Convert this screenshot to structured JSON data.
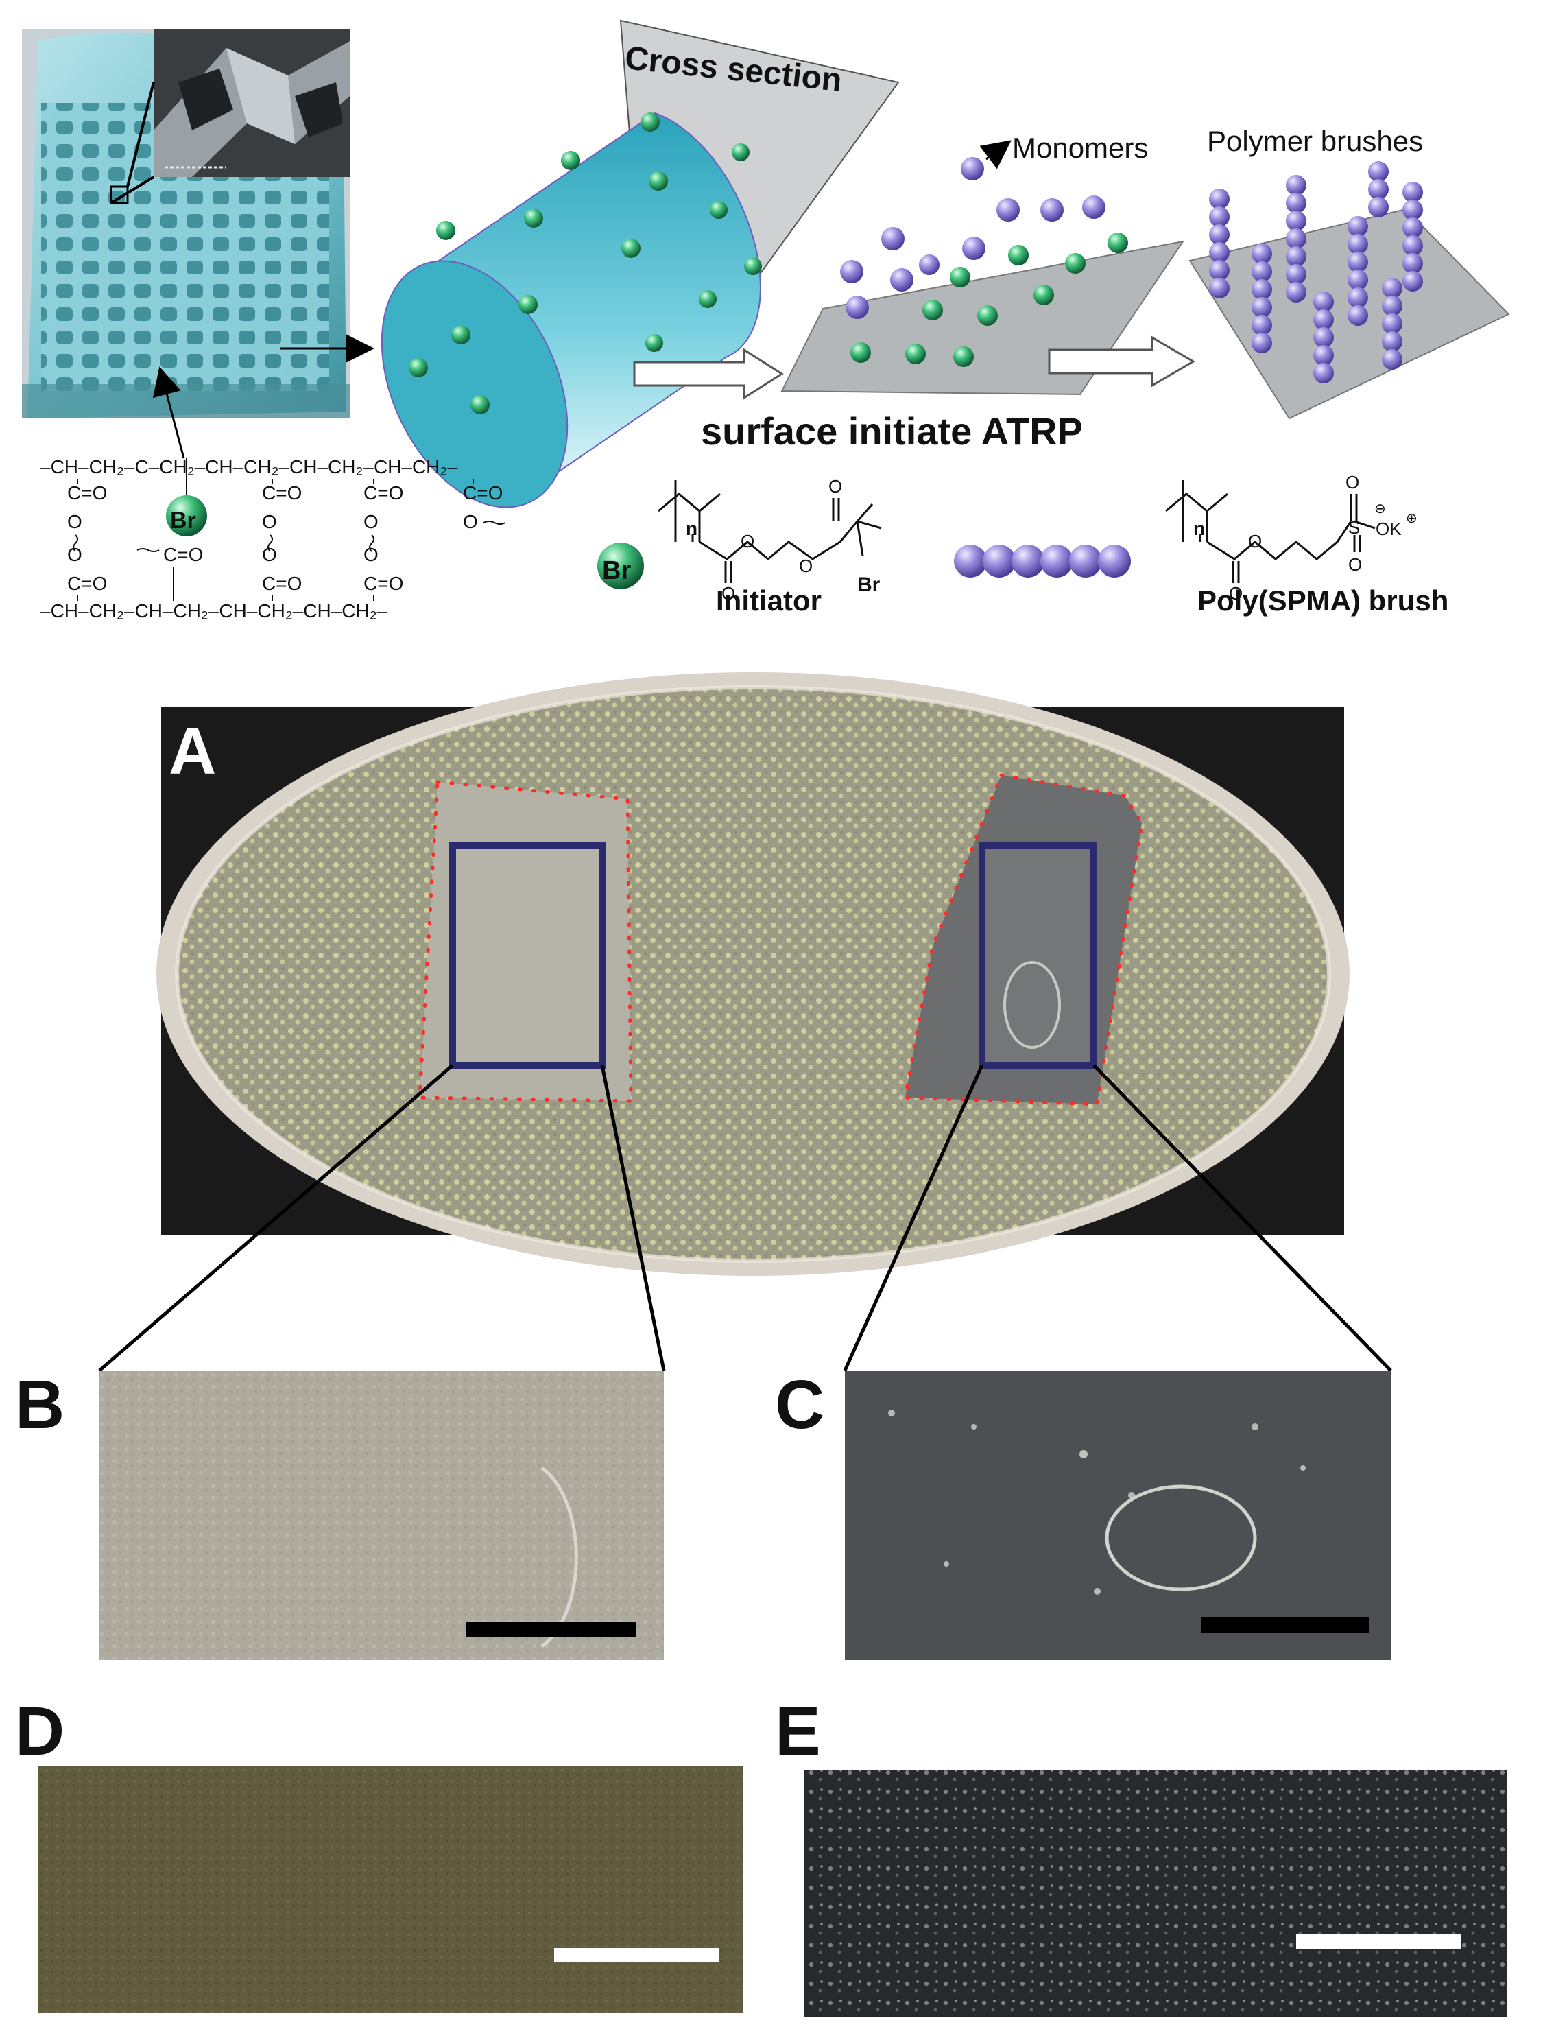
{
  "schematic": {
    "labels": {
      "cross_section": "Cross section",
      "monomers": "Monomers",
      "polymer_brushes": "Polymer brushes",
      "process": "surface initiate ATRP",
      "initiator": "Initiator",
      "brush_name": "Poly(SPMA) brush"
    },
    "atoms": {
      "br": "Br",
      "n": "n",
      "o": "O",
      "s": "S",
      "ok": "OK",
      "charge_minus": "⊖",
      "charge_plus": "⊕"
    },
    "chemistry": {
      "top_chain": "–CH–CH₂–C–CH₂–CH–CH₂–CH–CH₂–CH–CH₂–",
      "bottom_chain": "–CH–CH₂–CH–CH₂–CH–CH₂–CH–CH₂–",
      "co_group": "C=O",
      "o_group": "O"
    },
    "colors": {
      "scaffold": "#7fc6cf",
      "cylinder": "#4fb7c9",
      "sphere_green": "#3aa872",
      "sphere_purple": "#8e7fd6",
      "plane": "#b8bcc0"
    }
  },
  "panels": {
    "a": {
      "label": "A",
      "colors": {
        "outline_dotted": "#ff2a2a",
        "box": "#2c2a6e",
        "agar": "#a9a892"
      }
    },
    "b": {
      "label": "B"
    },
    "c": {
      "label": "C"
    },
    "d": {
      "label": "D"
    },
    "e": {
      "label": "E"
    }
  }
}
